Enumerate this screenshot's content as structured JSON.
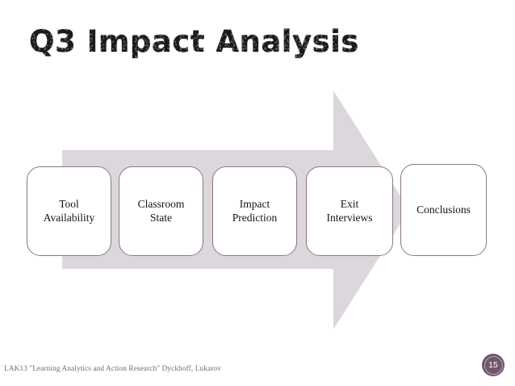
{
  "slide": {
    "title": "Q3 Impact Analysis",
    "page_number": "15",
    "background_color": "#ffffff",
    "title_color": "#1b1b1b"
  },
  "process": {
    "arrow": {
      "name": "right-block-arrow",
      "fill_color": "#dcd7dc",
      "direction": "right"
    },
    "box_style": {
      "border_color": "#8d7688",
      "fill_color": "#ffffff"
    },
    "steps": [
      {
        "label": "Tool\nAvailability",
        "line1": "Tool",
        "line2": "Availability"
      },
      {
        "label": "Classroom\nState",
        "line1": "Classroom",
        "line2": "State"
      },
      {
        "label": "Impact\nPrediction",
        "line1": "Impact",
        "line2": "Prediction"
      },
      {
        "label": "Exit\nInterviews",
        "line1": "Exit",
        "line2": "Interviews"
      },
      {
        "label": "Conclusions",
        "line1": "Conclusions",
        "line2": ""
      }
    ]
  },
  "footer": {
    "citation": "LAK13 \"Learning Analytics and Action Research\" Dyckhoff, Lukarov",
    "text_color": "#6e6e6e",
    "badge_color": "#6e576b"
  }
}
